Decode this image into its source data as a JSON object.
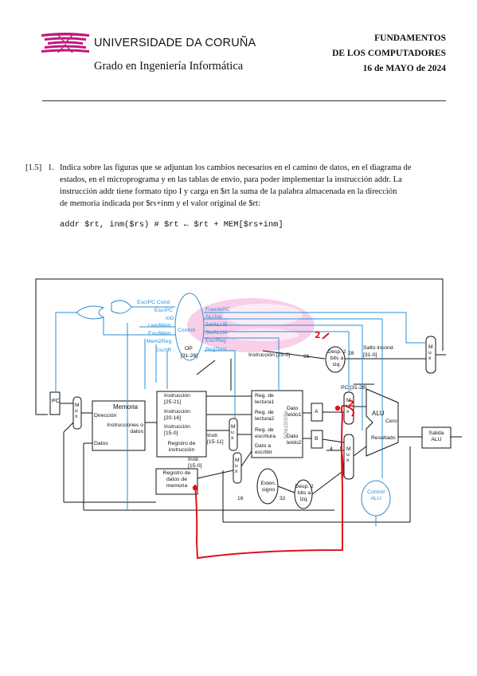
{
  "header": {
    "university": "UNIVERSIDADE DA CORUÑA",
    "degree": "Grado en Ingeniería Informática",
    "subject_line1": "FUNDAMENTOS",
    "subject_line2": "DE LOS COMPUTADORES",
    "date": "16 de MAYO de 2024"
  },
  "question": {
    "points": "[1.5]",
    "number": "1.",
    "text_line1": "Indica sobre las figuras que se adjuntan los cambios necesarios en el camino de datos, en el diagrama de",
    "text_line2": "estados, en el microprograma y en las tablas de envío, para poder implementar la instrucción addr. La",
    "text_line3": "instrucción addr tiene formato tipo I y carga en $rt la suma de la palabra almacenada en la dirección",
    "text_line4": "de memoria indicada por $rs+inm y el valor original de $rt:",
    "code": "addr $rt, inm($rs) # $rt ← $rt + MEM[$rs+inm]"
  },
  "diagram": {
    "control_signals": [
      "EscrPC Cond",
      "EscrPC",
      "IoD",
      "LeerMem",
      "EscrMem",
      "Mem2Reg",
      "EscrIR"
    ],
    "control_outputs": [
      "FuentePC",
      "ALUop",
      "SelALUB",
      "SelALUA",
      "EscrReg",
      "RegDest"
    ],
    "control_label": "Control",
    "op_label": "OP",
    "op_bits": "[31-26]",
    "instr_25_0": "Instrucción [25-0]",
    "n26": "26",
    "n28": "28",
    "n32": "32",
    "n16": "16",
    "n4": "4",
    "shift_top": "Desp. 2 bits a izq.",
    "shift_bottom": "Desp. 2 bits a izq.",
    "jump_addr": "Salto incond. [31-0]",
    "pc_bits": "PC [31-28]",
    "pc": "PC",
    "mux": "Mux",
    "memory_title": "Memoria",
    "mem_dir": "Dirección",
    "mem_instr_datos": "Instrucciones o datos",
    "mem_datos": "Datos",
    "ir_25_21": "Instrucción [25-21]",
    "ir_20_16": "Instrucción [20-16]",
    "ir_15_0": "Instrucción [15-0]",
    "ir_title": "Registro de instrucción",
    "instr_15_11": "Instr. [15-11]",
    "instr_15_0": "Instr. [15-0]",
    "mdr": "Registro de datos de memoria",
    "reg_lect1": "Reg. de lectura1",
    "reg_lect2": "Reg. de lectura2",
    "reg_escr": "Reg. de escritura",
    "dato_escr": "Dato a escribir",
    "dato_leido1": "Dato leído1",
    "dato_leido2": "Dato leído2",
    "registros": "REGISTROS",
    "a": "A",
    "b": "B",
    "alu": "ALU",
    "cero": "Cero",
    "resultado": "Resultado",
    "salida_alu": "Salida ALU",
    "control_alu": "Control ALU",
    "ext_signo": "Exten. signo",
    "handwritten": "2"
  },
  "colors": {
    "control_blue": "#2a8fd4",
    "annotation_red": "#e0101a",
    "logo_magenta": "#c2187a",
    "highlight_pink": "#f4a6d6"
  }
}
